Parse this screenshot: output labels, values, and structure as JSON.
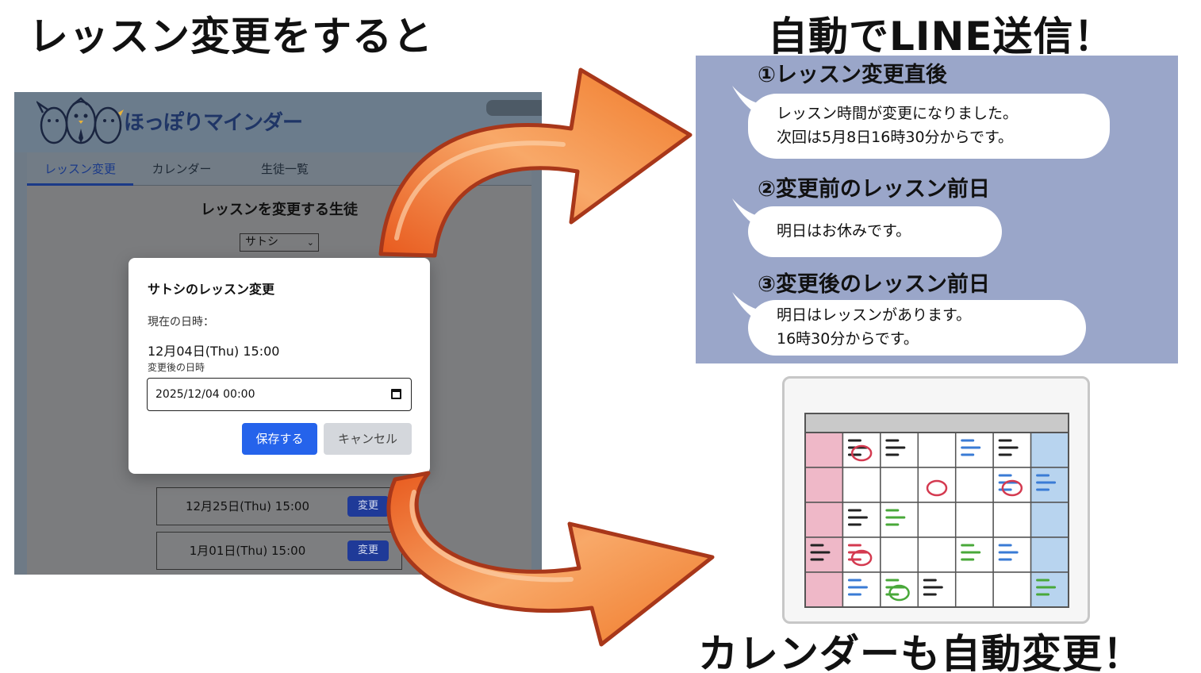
{
  "headings": {
    "left": "レッスン変更をすると",
    "right": "自動でLINE送信！",
    "bottom": "カレンダーも自動変更！"
  },
  "app": {
    "logo_text": "ほっぽりマインダー",
    "tabs": [
      {
        "label": "レッスン変更"
      },
      {
        "label": "カレンダー"
      },
      {
        "label": "生徒一覧"
      }
    ],
    "section_title": "レッスンを変更する生徒",
    "student_select": {
      "value": "サトシ"
    },
    "lessons": [
      {
        "date": "12月25日(Thu) 15:00",
        "button": "変更"
      },
      {
        "date": "1月01日(Thu) 15:00",
        "button": "変更"
      }
    ],
    "modal": {
      "title": "サトシのレッスン変更",
      "current_label": "現在の日時：",
      "current_value": "12月04日(Thu) 15:00",
      "new_label": "変更後の日時",
      "input_value": "2025/12/04 00:00",
      "save_label": "保存する",
      "cancel_label": "キャンセル"
    }
  },
  "line": {
    "messages": [
      {
        "heading": "①レッスン変更直後",
        "lines": [
          "レッスン時間が変更になりました。",
          "次回は5月8日16時30分からです。"
        ]
      },
      {
        "heading": "②変更前のレッスン前日",
        "lines": [
          "明日はお休みです。"
        ]
      },
      {
        "heading": "③変更後のレッスン前日",
        "lines": [
          "明日はレッスンがあります。",
          "16時30分からです。"
        ]
      }
    ]
  },
  "colors": {
    "line_bg": "#9aa6c9",
    "arrow_orange": "#f07a2a",
    "tab_active": "#1b3a88",
    "save_button": "#2563eb"
  }
}
